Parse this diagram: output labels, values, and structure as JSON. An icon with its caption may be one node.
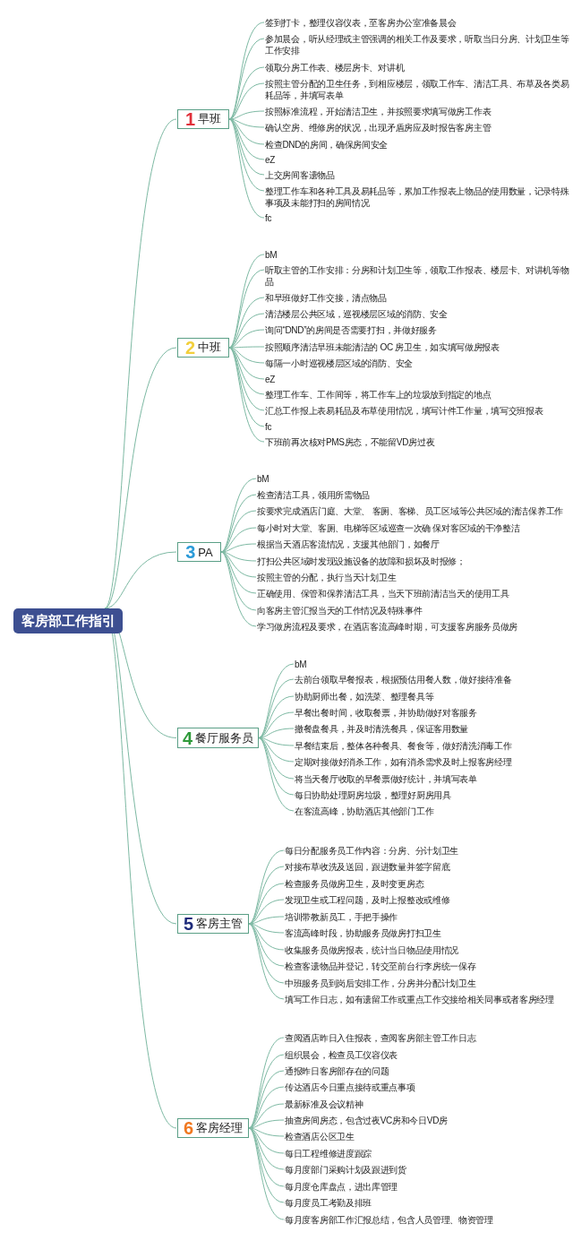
{
  "diagram": {
    "nodes": [
      {
        "text": [
          "客房部工作指引"
        ]
      },
      {
        "text": [
          "1",
          "早班"
        ]
      },
      {
        "text": [
          "签到打卡，整理仪容仪表，至客房办公室准备晨会"
        ]
      },
      {
        "text": [
          "参加晨会，听从经理或主管强调的相关工作及要求，听取当日分房、计划卫生等工作安排"
        ]
      },
      {
        "text": [
          "领取分房工作表、楼层房卡、对讲机"
        ]
      },
      {
        "text": [
          "按照主管分配的卫生任务，到相应楼层，领取工作车、清洁工具、布草及各类易耗品等，并填写表单"
        ]
      },
      {
        "text": [
          "按照标准流程，开始清洁卫生，并按照要求填写做房工作表"
        ]
      },
      {
        "text": [
          "确认空房、维修房的状况，出现矛盾房应及时报告客房主管"
        ]
      },
      {
        "text": [
          "检查DND的房间，确保房间安全"
        ]
      },
      {
        "text": [
          "eZ"
        ]
      },
      {
        "text": [
          "上交房间客遗物品"
        ]
      },
      {
        "text": [
          "整理工作车和各种工具及易耗品等，累加工作报表上物品的使用数量，记录特殊事项及未能打扫的房间情况"
        ]
      },
      {
        "text": [
          "fc"
        ]
      },
      {
        "text": [
          "2",
          "中班"
        ]
      },
      {
        "text": [
          "bM"
        ]
      },
      {
        "text": [
          "听取主管的工作安排：分房和计划卫生等，领取工作报表、楼层卡、对讲机等物品"
        ]
      },
      {
        "text": [
          "和早班做好工作交接，清点物品"
        ]
      },
      {
        "text": [
          "清洁楼层公共区域，巡视楼层区域的消防、安全"
        ]
      },
      {
        "text": [
          "询问“DND”的房间是否需要打扫，并做好服务"
        ]
      },
      {
        "text": [
          "按照顺序清洁早班未能清洁的 OC 房卫生，如实填写做房报表"
        ]
      },
      {
        "text": [
          "每隔一小时巡视楼层区域的消防、安全"
        ]
      },
      {
        "text": [
          "eZ"
        ]
      },
      {
        "text": [
          "整理工作车、工作间等，将工作车上的垃圾放到指定的地点"
        ]
      },
      {
        "text": [
          "汇总工作报上表易耗品及布草使用情况，填写计件工作量，填写交班报表"
        ]
      },
      {
        "text": [
          "fc"
        ]
      },
      {
        "text": [
          "下班前再次核对PMS房态，不能留VD房过夜"
        ]
      },
      {
        "text": [
          "3",
          "PA"
        ]
      },
      {
        "text": [
          "bM"
        ]
      },
      {
        "text": [
          "检查清洁工具，领用所需物品"
        ]
      },
      {
        "text": [
          "按要求完成酒店门庭、大堂、 客厕、客梯、员工区域等公共区域的清洁保养工作"
        ]
      },
      {
        "text": [
          "每小时对大堂、客厕、电梯等区域巡查一次确 保对客区域的干净整洁"
        ]
      },
      {
        "text": [
          "根据当天酒店客流情况，支援其他部门，如餐厅"
        ]
      },
      {
        "text": [
          "打扫公共区域时发现设施设备的故障和损坏及时报修；"
        ]
      },
      {
        "text": [
          "按照主管的分配，执行当天计划卫生"
        ]
      },
      {
        "text": [
          "正确使用、保管和保养清洁工具，当天下班前清洁当天的使用工具"
        ]
      },
      {
        "text": [
          "向客房主管汇报当天的工作情况及特殊事件"
        ]
      },
      {
        "text": [
          "学习做房流程及要求，在酒店客流高峰时期，可支援客房服务员做房"
        ]
      },
      {
        "text": [
          "4",
          "餐厅服务员"
        ]
      },
      {
        "text": [
          "bM"
        ]
      },
      {
        "text": [
          "去前台领取早餐报表，根据预估用餐人数，做好接待准备"
        ]
      },
      {
        "text": [
          "协助厨师出餐，如洗菜、整理餐具等"
        ]
      },
      {
        "text": [
          "早餐出餐时间，收取餐票，并协助做好对客服务"
        ]
      },
      {
        "text": [
          "撤餐盘餐具，并及时清洗餐具，保证客用数量"
        ]
      },
      {
        "text": [
          "早餐结束后，整体各种餐具、餐食等，做好清洗消毒工作"
        ]
      },
      {
        "text": [
          "定期对接做好消杀工作，如有消杀需求及时上报客房经理"
        ]
      },
      {
        "text": [
          "将当天餐厅收取的早餐票做好统计，并填写表单"
        ]
      },
      {
        "text": [
          "每日协助处理厨房垃圾，整理好厨房用具"
        ]
      },
      {
        "text": [
          "在客流高峰，协助酒店其他部门工作"
        ]
      },
      {
        "text": [
          "5",
          "客房主管"
        ]
      },
      {
        "text": [
          "每日分配服务员工作内容：分房、分计划卫生"
        ]
      },
      {
        "text": [
          "对接布草收洗及送回，跟进数量并签字留底"
        ]
      },
      {
        "text": [
          "检查服务员做房卫生，及时变更房态"
        ]
      },
      {
        "text": [
          "发现卫生或工程问题，及时上报整改或维修"
        ]
      },
      {
        "text": [
          "培训带教新员工，手把手操作"
        ]
      },
      {
        "text": [
          "客流高峰时段，协助服务员做房打扫卫生"
        ]
      },
      {
        "text": [
          "收集服务员做房报表，统计当日物品使用情况"
        ]
      },
      {
        "text": [
          "检查客遗物品并登记，转交至前台行李房统一保存"
        ]
      },
      {
        "text": [
          "中班服务员到岗后安排工作，分房并分配计划卫生"
        ]
      },
      {
        "text": [
          "填写工作日志，如有遗留工作或重点工作交接给相关同事或者客房经理"
        ]
      },
      {
        "text": [
          "6",
          "客房经理"
        ]
      },
      {
        "text": [
          "查阅酒店昨日入住报表，查阅客房部主管工作日志"
        ]
      },
      {
        "text": [
          "组织晨会，检查员工仪容仪表"
        ]
      },
      {
        "text": [
          "通报昨日客房部存在的问题"
        ]
      },
      {
        "text": [
          "传达酒店今日重点接待或重点事项"
        ]
      },
      {
        "text": [
          "最新标准及会议精神"
        ]
      },
      {
        "text": [
          "抽查房间房态，包含过夜VC房和今日VD房"
        ]
      },
      {
        "text": [
          "检查酒店公区卫生"
        ]
      },
      {
        "text": [
          "每日工程维修进度跟踪"
        ]
      },
      {
        "text": [
          "每月度部门采购计划及跟进到货"
        ]
      },
      {
        "text": [
          "每月度仓库盘点，进出库管理"
        ]
      },
      {
        "text": [
          "每月度员工考勤及排班"
        ]
      },
      {
        "text": [
          "每月度客房部工作汇报总结，包含人员管理、物资管理"
        ]
      }
    ],
    "edges": [
      {
        "from": 0,
        "to": 1,
        "arrow": "none"
      },
      {
        "from": 0,
        "to": 13,
        "arrow": "none"
      },
      {
        "from": 0,
        "to": 26,
        "arrow": "none"
      },
      {
        "from": 0,
        "to": 37,
        "arrow": "none"
      },
      {
        "from": 0,
        "to": 48,
        "arrow": "none"
      },
      {
        "from": 0,
        "to": 59,
        "arrow": "none"
      },
      {
        "from": 1,
        "to": 2,
        "arrow": "none"
      },
      {
        "from": 1,
        "to": 3,
        "arrow": "none"
      },
      {
        "from": 1,
        "to": 4,
        "arrow": "none"
      },
      {
        "from": 1,
        "to": 5,
        "arrow": "none"
      },
      {
        "from": 1,
        "to": 6,
        "arrow": "none"
      },
      {
        "from": 1,
        "to": 7,
        "arrow": "none"
      },
      {
        "from": 1,
        "to": 8,
        "arrow": "none"
      },
      {
        "from": 1,
        "to": 9,
        "arrow": "none"
      },
      {
        "from": 1,
        "to": 10,
        "arrow": "none"
      },
      {
        "from": 1,
        "to": 11,
        "arrow": "none"
      },
      {
        "from": 1,
        "to": 12,
        "arrow": "none"
      },
      {
        "from": 13,
        "to": 14,
        "arrow": "none"
      },
      {
        "from": 13,
        "to": 15,
        "arrow": "none"
      },
      {
        "from": 13,
        "to": 16,
        "arrow": "none"
      },
      {
        "from": 13,
        "to": 17,
        "arrow": "none"
      },
      {
        "from": 13,
        "to": 18,
        "arrow": "none"
      },
      {
        "from": 13,
        "to": 19,
        "arrow": "none"
      },
      {
        "from": 13,
        "to": 20,
        "arrow": "none"
      },
      {
        "from": 13,
        "to": 21,
        "arrow": "none"
      },
      {
        "from": 13,
        "to": 22,
        "arrow": "none"
      },
      {
        "from": 13,
        "to": 23,
        "arrow": "none"
      },
      {
        "from": 13,
        "to": 24,
        "arrow": "none"
      },
      {
        "from": 13,
        "to": 25,
        "arrow": "none"
      },
      {
        "from": 26,
        "to": 27,
        "arrow": "none"
      },
      {
        "from": 26,
        "to": 28,
        "arrow": "none"
      },
      {
        "from": 26,
        "to": 29,
        "arrow": "none"
      },
      {
        "from": 26,
        "to": 30,
        "arrow": "none"
      },
      {
        "from": 26,
        "to": 31,
        "arrow": "none"
      },
      {
        "from": 26,
        "to": 32,
        "arrow": "none"
      },
      {
        "from": 26,
        "to": 33,
        "arrow": "none"
      },
      {
        "from": 26,
        "to": 34,
        "arrow": "none"
      },
      {
        "from": 26,
        "to": 35,
        "arrow": "none"
      },
      {
        "from": 26,
        "to": 36,
        "arrow": "none"
      },
      {
        "from": 37,
        "to": 38,
        "arrow": "none"
      },
      {
        "from": 37,
        "to": 39,
        "arrow": "none"
      },
      {
        "from": 37,
        "to": 40,
        "arrow": "none"
      },
      {
        "from": 37,
        "to": 41,
        "arrow": "none"
      },
      {
        "from": 37,
        "to": 42,
        "arrow": "none"
      },
      {
        "from": 37,
        "to": 43,
        "arrow": "none"
      },
      {
        "from": 37,
        "to": 44,
        "arrow": "none"
      },
      {
        "from": 37,
        "to": 45,
        "arrow": "none"
      },
      {
        "from": 37,
        "to": 46,
        "arrow": "none"
      },
      {
        "from": 37,
        "to": 47,
        "arrow": "none"
      },
      {
        "from": 48,
        "to": 49,
        "arrow": "none"
      },
      {
        "from": 48,
        "to": 50,
        "arrow": "none"
      },
      {
        "from": 48,
        "to": 51,
        "arrow": "none"
      },
      {
        "from": 48,
        "to": 52,
        "arrow": "none"
      },
      {
        "from": 48,
        "to": 53,
        "arrow": "none"
      },
      {
        "from": 48,
        "to": 54,
        "arrow": "none"
      },
      {
        "from": 48,
        "to": 55,
        "arrow": "none"
      },
      {
        "from": 48,
        "to": 56,
        "arrow": "none"
      },
      {
        "from": 48,
        "to": 57,
        "arrow": "none"
      },
      {
        "from": 48,
        "to": 58,
        "arrow": "none"
      },
      {
        "from": 59,
        "to": 60,
        "arrow": "none"
      },
      {
        "from": 59,
        "to": 61,
        "arrow": "none"
      },
      {
        "from": 59,
        "to": 62,
        "arrow": "none"
      },
      {
        "from": 59,
        "to": 63,
        "arrow": "none"
      },
      {
        "from": 59,
        "to": 64,
        "arrow": "none"
      },
      {
        "from": 59,
        "to": 65,
        "arrow": "none"
      },
      {
        "from": 59,
        "to": 66,
        "arrow": "none"
      },
      {
        "from": 59,
        "to": 67,
        "arrow": "none"
      },
      {
        "from": 59,
        "to": 68,
        "arrow": "none"
      },
      {
        "from": 59,
        "to": 69,
        "arrow": "none"
      },
      {
        "from": 59,
        "to": 70,
        "arrow": "none"
      },
      {
        "from": 59,
        "to": 71,
        "arrow": "none"
      }
    ]
  }
}
